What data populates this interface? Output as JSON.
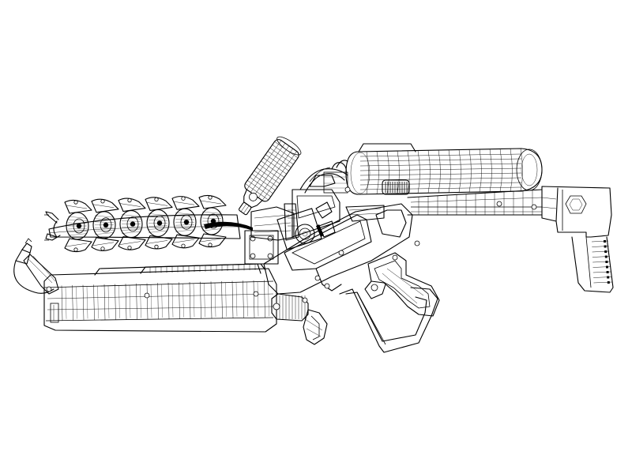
{
  "artwork": {
    "subject": "",
    "style": "wireframe line drawing",
    "colors": {
      "background": "#ffffff",
      "line": "#000000"
    },
    "parts": [
      "stock",
      "upper-tank",
      "canister",
      "segmented-tentacle",
      "claw",
      "lower-barrel-shroud",
      "lower-probe-arm",
      "receiver",
      "trigger-guard",
      "pistol-grip",
      "drill-attachment"
    ]
  }
}
